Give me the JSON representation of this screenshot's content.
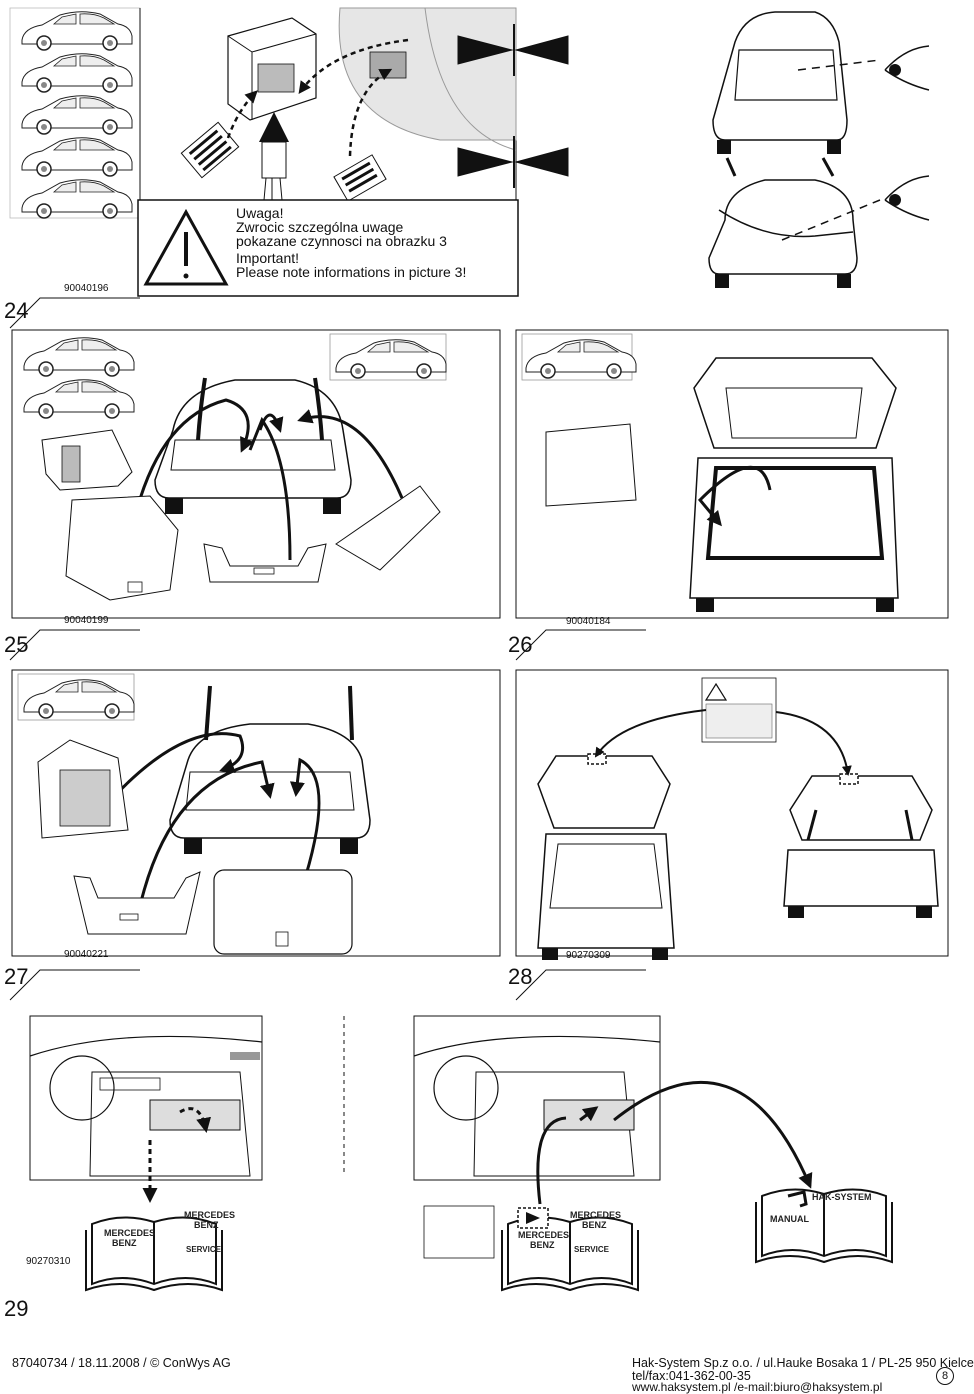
{
  "steps": [
    {
      "number": "24",
      "code": "90040196"
    },
    {
      "number": "25",
      "code": "90040199"
    },
    {
      "number": "26",
      "code": "90040184"
    },
    {
      "number": "27",
      "code": "90040221"
    },
    {
      "number": "28",
      "code": "90270309"
    },
    {
      "number": "29",
      "code": "90270310"
    }
  ],
  "warning": {
    "line1": "Uwaga!",
    "line2": "Zwrocic szczególna uwage",
    "line3": "pokazane czynnosci na obrazku 3",
    "line4": "Important!",
    "line5": "Please note informations in picture 3!",
    "icon": "warning-triangle-icon"
  },
  "manuals": {
    "mb_top": "MERCEDES",
    "mb_top2": "BENZ",
    "mb_left": "MERCEDES",
    "mb_left2": "BENZ",
    "service": "SERVICE",
    "manual": "MANUAL",
    "hak": "HAK-SYSTEM"
  },
  "footer": {
    "left": "87040734 / 18.11.2008 / © ConWys AG",
    "line1": "Hak-System Sp.z o.o. / ul.Hauke Bosaka 1 / PL-25 950 Kielce",
    "line2": "tel/fax:041-362-00-35",
    "line3": "www.haksystem.pl /e-mail:biuro@haksystem.pl",
    "page": "8"
  }
}
